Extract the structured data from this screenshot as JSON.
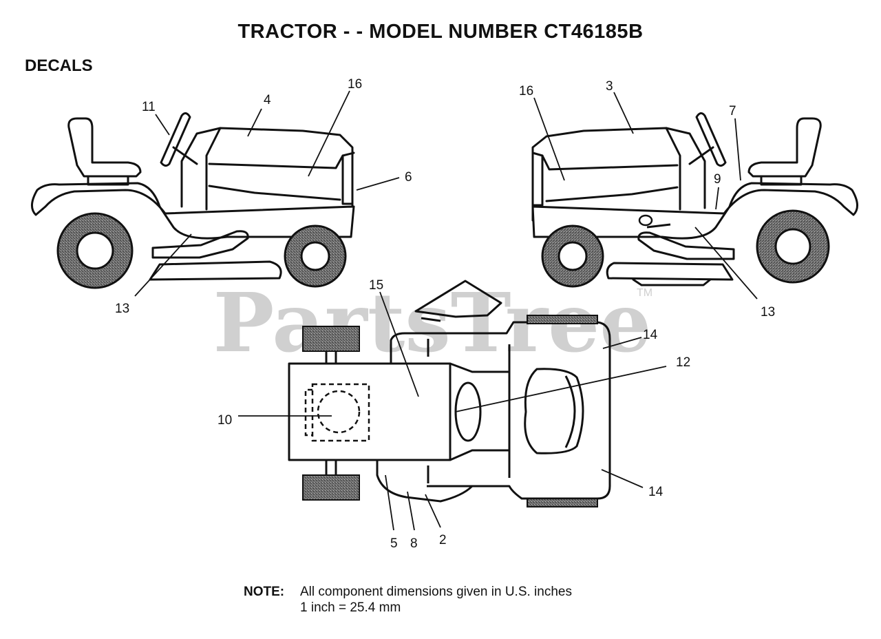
{
  "title": "TRACTOR - - MODEL NUMBER CT46185B",
  "section_label": "DECALS",
  "watermark": {
    "text": "PartsTree",
    "mark": "TM"
  },
  "callouts": {
    "left_view": {
      "c11": "11",
      "c4": "4",
      "c16": "16",
      "c6": "6",
      "c13": "13"
    },
    "right_view": {
      "c16": "16",
      "c3": "3",
      "c7": "7",
      "c9": "9",
      "c13": "13"
    },
    "top_view": {
      "c15": "15",
      "c14a": "14",
      "c12": "12",
      "c10": "10",
      "c14b": "14",
      "c5": "5",
      "c8": "8",
      "c2": "2"
    }
  },
  "note": {
    "label": "NOTE:",
    "line1": "All component dimensions given in U.S. inches",
    "line2": "1 inch = 25.4 mm"
  }
}
